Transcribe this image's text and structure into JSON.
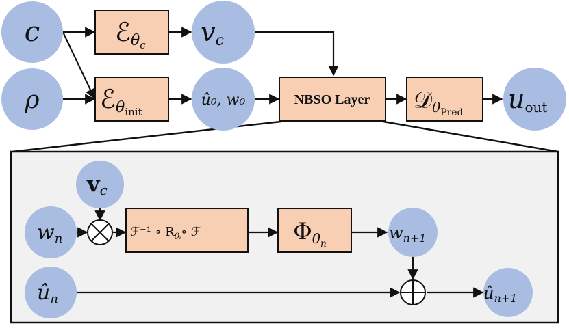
{
  "colors": {
    "node": "#a9bde3",
    "box": "#f8cfb3",
    "panel": "#f1f1f1",
    "stroke": "#111111"
  },
  "top": {
    "node_c": "c",
    "node_rho": "ρ",
    "node_vc": "v",
    "node_vc_sub": "c",
    "node_u0w0": "û₀, w₀",
    "node_uout": "u",
    "node_uout_sub": "out",
    "enc_c": "ℰ",
    "enc_c_sub": "θ",
    "enc_c_subsub": "c",
    "enc_init": "ℰ",
    "enc_init_sub": "θ",
    "enc_init_subsub": "init",
    "nbso": "NBSO Layer",
    "decoder": "𝒟",
    "decoder_sub": "θ",
    "decoder_subsub": "Pred"
  },
  "detail": {
    "node_vc": "v",
    "node_vc_sub": "c",
    "node_wn": "w",
    "node_wn_sub": "n",
    "node_un": "û",
    "node_un_sub": "n",
    "node_wn1": "w",
    "node_wn1_sub": "n+1",
    "node_un1": "û",
    "node_un1_sub": "n+1",
    "otimes": "⊗",
    "oplus": "⊕",
    "fourier": "ℱ⁻¹ ∘ R",
    "fourier_sub": "θᵢ",
    "fourier_tail": "∘ ℱ",
    "phi": "Φ",
    "phi_sub": "θ",
    "phi_subsub": "n"
  }
}
